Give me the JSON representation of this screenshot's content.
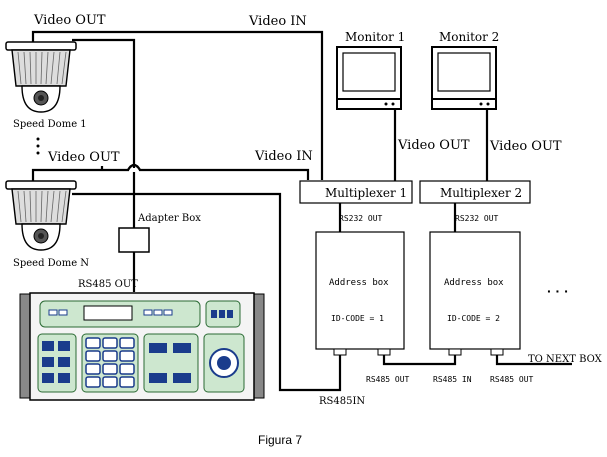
{
  "labels": {
    "video_out_top": "Video OUT",
    "video_in_top": "Video IN",
    "speed_dome_1": "Speed Dome 1",
    "video_out_mid": "Video OUT",
    "video_in_mid": "Video IN",
    "speed_dome_n": "Speed Dome N",
    "adapter_box": "Adapter Box",
    "rs485_out_keyboard": "RS485 OUT",
    "monitor_1": "Monitor 1",
    "monitor_2": "Monitor 2",
    "video_out_mon1": "Video OUT",
    "video_out_mon2": "Video OUT",
    "multiplexer_1": "Multiplexer 1",
    "multiplexer_2": "Multiplexer 2",
    "rs232_out_1": "RS232 OUT",
    "rs232_out_2": "RS232 OUT",
    "address_box_1": "Address box",
    "address_box_2": "Address box",
    "id_code_1": "ID-CODE = 1",
    "id_code_2": "ID-CODE = 2",
    "rs485_out_box1": "RS485 OUT",
    "rs485_in_box2": "RS485 IN",
    "rs485_out_box2": "RS485 OUT",
    "rs485_in_keyboard": "RS485IN",
    "to_next_box": "TO NEXT BOX",
    "ellipsis": "· · ·",
    "caption": "Figura 7"
  }
}
